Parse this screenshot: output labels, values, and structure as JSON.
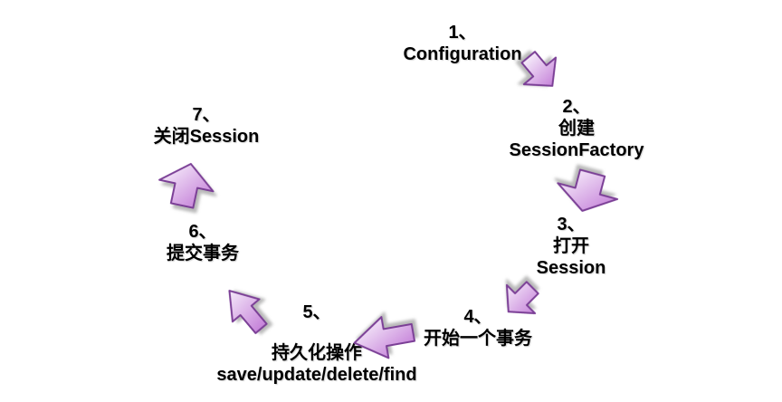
{
  "steps": [
    {
      "num": "1、",
      "lines": [
        "Configuration"
      ]
    },
    {
      "num": "2、",
      "lines": [
        "创建",
        "SessionFactory"
      ]
    },
    {
      "num": "3、",
      "lines": [
        "打开",
        "Session"
      ]
    },
    {
      "num": "4、",
      "lines": [
        "开始一个事务"
      ]
    },
    {
      "num": "5、",
      "lines": [
        "持久化操作",
        "save/update/delete/find"
      ]
    },
    {
      "num": "6、",
      "lines": [
        "提交事务"
      ]
    },
    {
      "num": "7、",
      "lines": [
        "关闭Session"
      ]
    }
  ],
  "arrows": [
    {
      "from": "1",
      "to": "2",
      "direction": "down-right"
    },
    {
      "from": "2",
      "to": "3",
      "direction": "down"
    },
    {
      "from": "3",
      "to": "4",
      "direction": "down-left"
    },
    {
      "from": "4",
      "to": "5",
      "direction": "left"
    },
    {
      "from": "5",
      "to": "6",
      "direction": "up-left"
    },
    {
      "from": "6",
      "to": "7",
      "direction": "up"
    }
  ],
  "colors": {
    "background": "#ffffff",
    "text": "#000000",
    "arrow_fill_light": "#f7eefb",
    "arrow_fill_dark": "#c47fd8",
    "arrow_outline": "#7b3f96",
    "shadow": "#9a9a9a"
  }
}
